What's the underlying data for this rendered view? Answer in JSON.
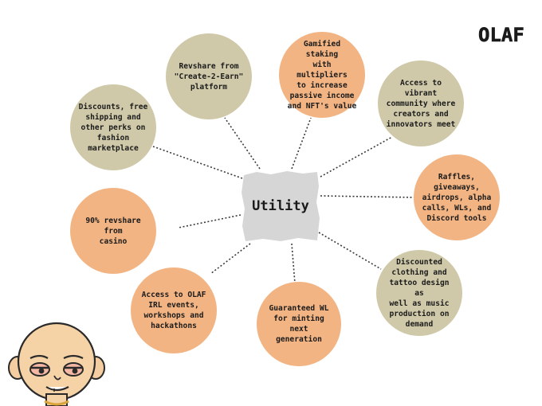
{
  "brand": {
    "logo_text": "OLAF"
  },
  "hub": {
    "label": "Utility"
  },
  "colors": {
    "tan_node": "#cfc9a9",
    "orange_node": "#f2b483",
    "hub_fill": "#d6d6d6",
    "connector": "#3a3a3a"
  },
  "nodes": [
    {
      "text": "Revshare from\n\"Create-2-Earn\"\nplatform",
      "color": "tan"
    },
    {
      "text": "Gamified staking\nwith multipliers\nto increase\npassive income\nand NFT's value",
      "color": "orange"
    },
    {
      "text": "Access to vibrant\ncommunity where\ncreators and\ninnovators meet",
      "color": "tan"
    },
    {
      "text": "Raffles,\ngiveaways,\nairdrops, alpha\ncalls, WLs, and\nDiscord tools",
      "color": "orange"
    },
    {
      "text": "Discounted\nclothing and\ntattoo design as\nwell as music\nproduction on\ndemand",
      "color": "tan"
    },
    {
      "text": "Guaranteed WL\nfor minting\nnext generation",
      "color": "orange"
    },
    {
      "text": "Access to OLAF\nIRL events,\nworkshops and\nhackathons",
      "color": "orange"
    },
    {
      "text": "90% revshare from\ncasino",
      "color": "orange"
    },
    {
      "text": "Discounts, free\nshipping and\nother perks on\nfashion\nmarketplace",
      "color": "tan"
    }
  ],
  "mascot": {
    "icon": "bald-cartoon-character-icon"
  }
}
